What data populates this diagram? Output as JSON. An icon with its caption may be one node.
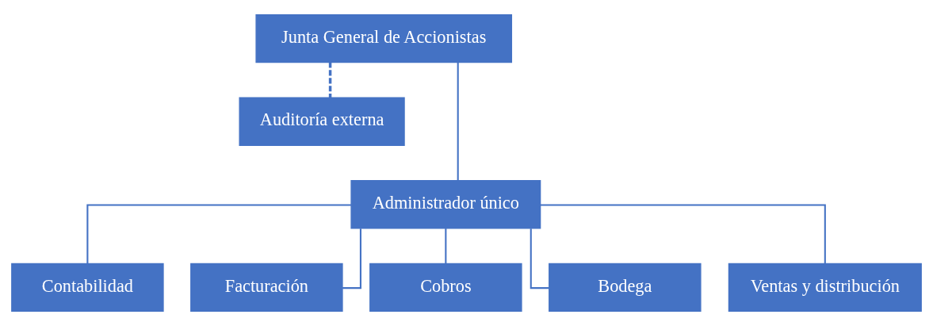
{
  "diagram": {
    "nodes": [
      {
        "text": [
          "Junta General de Accionistas"
        ]
      },
      {
        "text": [
          "Auditoría externa"
        ]
      },
      {
        "text": [
          "Administrador único"
        ]
      },
      {
        "text": [
          "Contabilidad"
        ]
      },
      {
        "text": [
          "Facturación"
        ]
      },
      {
        "text": [
          "Cobros"
        ]
      },
      {
        "text": [
          "Bodega"
        ]
      },
      {
        "text": [
          "Ventas y distribución"
        ]
      }
    ],
    "edges": [
      {
        "from": 0,
        "to": 2,
        "arrow": "none"
      },
      {
        "from": 0,
        "to": 1,
        "arrow": "none",
        "style": "dashed"
      },
      {
        "from": 2,
        "to": 3,
        "arrow": "none"
      },
      {
        "from": 2,
        "to": 4,
        "arrow": "none"
      },
      {
        "from": 2,
        "to": 5,
        "arrow": "none"
      },
      {
        "from": 2,
        "to": 6,
        "arrow": "none"
      },
      {
        "from": 2,
        "to": 7,
        "arrow": "none"
      }
    ]
  }
}
